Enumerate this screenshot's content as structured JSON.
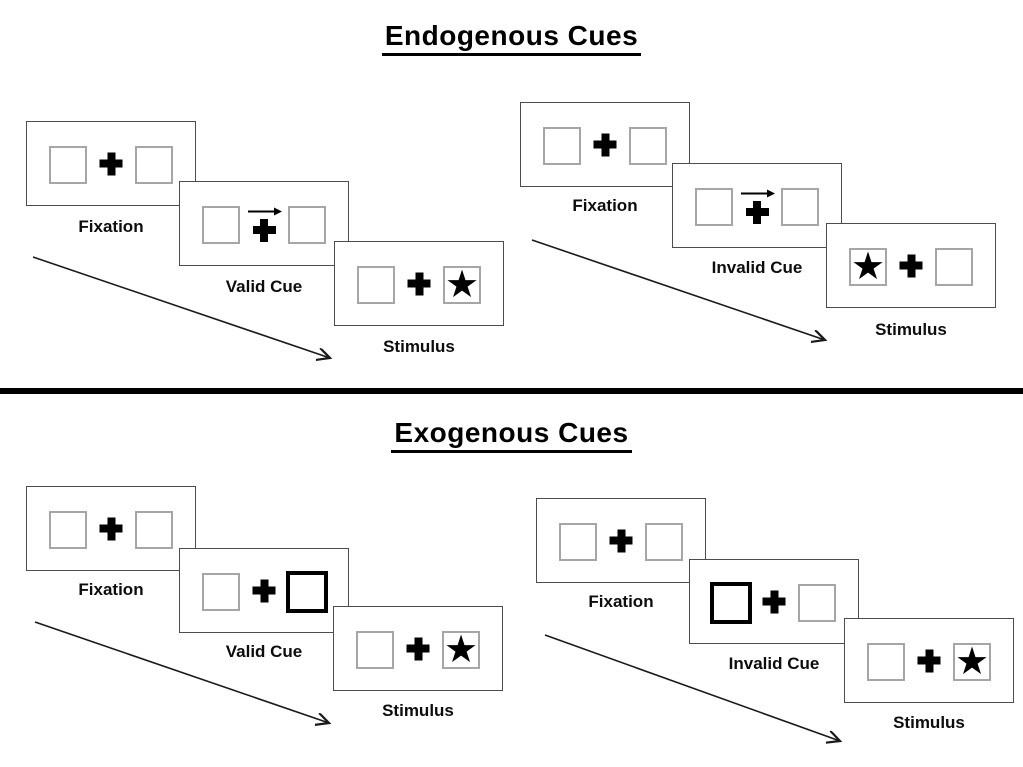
{
  "sections": [
    {
      "title": "Endogenous Cues",
      "groups": [
        {
          "name": "valid",
          "panels": [
            {
              "label": "Fixation",
              "type": "fixation"
            },
            {
              "label": "Valid Cue",
              "type": "endogenous-cue",
              "arrow_direction": "right"
            },
            {
              "label": "Stimulus",
              "type": "stimulus",
              "star_position": "right"
            }
          ]
        },
        {
          "name": "invalid",
          "panels": [
            {
              "label": "Fixation",
              "type": "fixation"
            },
            {
              "label": "Invalid Cue",
              "type": "endogenous-cue",
              "arrow_direction": "right"
            },
            {
              "label": "Stimulus",
              "type": "stimulus",
              "star_position": "left"
            }
          ]
        }
      ]
    },
    {
      "title": "Exogenous Cues",
      "groups": [
        {
          "name": "valid",
          "panels": [
            {
              "label": "Fixation",
              "type": "fixation"
            },
            {
              "label": "Valid Cue",
              "type": "exogenous-cue",
              "highlighted_square": "right"
            },
            {
              "label": "Stimulus",
              "type": "stimulus",
              "star_position": "right"
            }
          ]
        },
        {
          "name": "invalid",
          "panels": [
            {
              "label": "Fixation",
              "type": "fixation"
            },
            {
              "label": "Invalid Cue",
              "type": "exogenous-cue",
              "highlighted_square": "left"
            },
            {
              "label": "Stimulus",
              "type": "stimulus",
              "star_position": "right"
            }
          ]
        }
      ]
    }
  ],
  "icons": {
    "star": "★",
    "fixation_cross": "plus-cross",
    "cue_arrow": "right-arrow",
    "timeline_arrow": "diagonal-right-down-arrow"
  },
  "colors": {
    "ink": "#000000",
    "panel_border": "#4d4d4d",
    "box_border": "#a6a6a6",
    "background": "#ffffff"
  }
}
